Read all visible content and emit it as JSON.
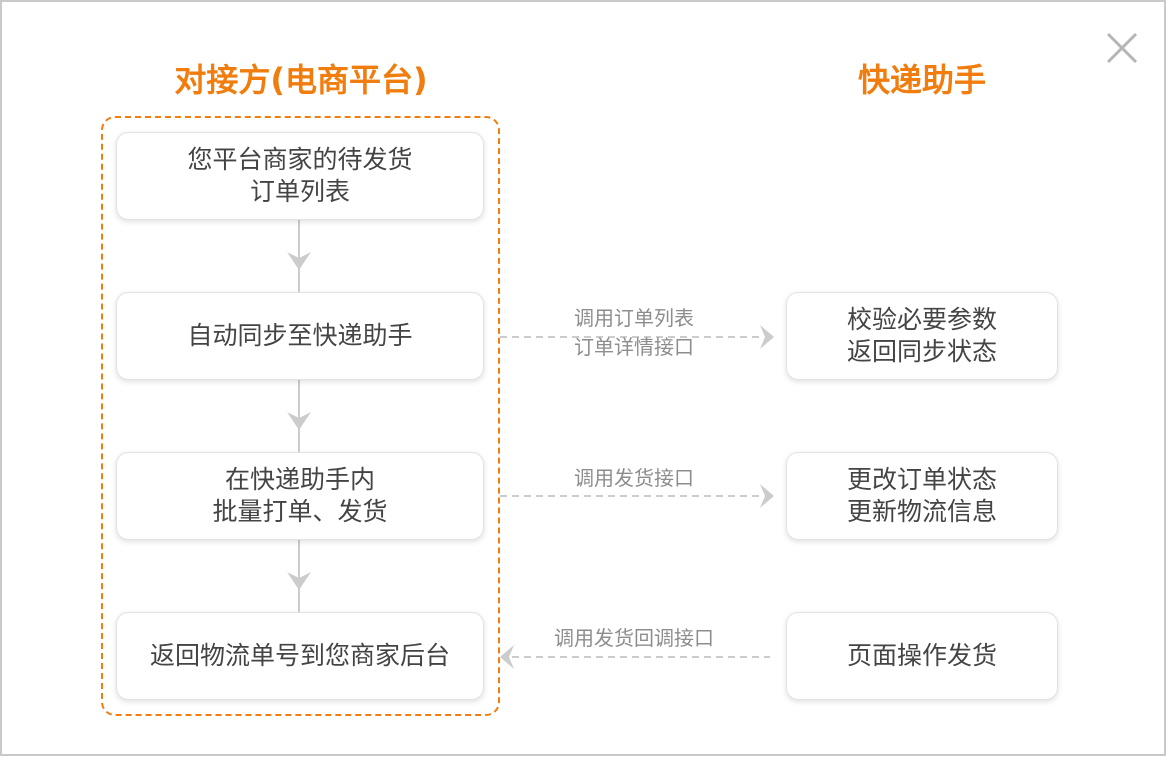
{
  "titles": {
    "left": "对接方(电商平台)",
    "right": "快递助手"
  },
  "left_steps": [
    "您平台商家的待发货\n订单列表",
    "自动同步至快递助手",
    "在快递助手内\n批量打单、发货",
    "返回物流单号到您商家后台"
  ],
  "right_steps": [
    "校验必要参数\n返回同步状态",
    "更改订单状态\n更新物流信息",
    "页面操作发货"
  ],
  "edges": [
    "调用订单列表\n订单详情接口",
    "调用发货接口",
    "调用发货回调接口"
  ],
  "colors": {
    "accent": "#f07d0e",
    "connector": "#cccccc",
    "text": "#444444",
    "edge_text": "#8d8d8d"
  },
  "icons": {
    "close": "close-icon"
  }
}
